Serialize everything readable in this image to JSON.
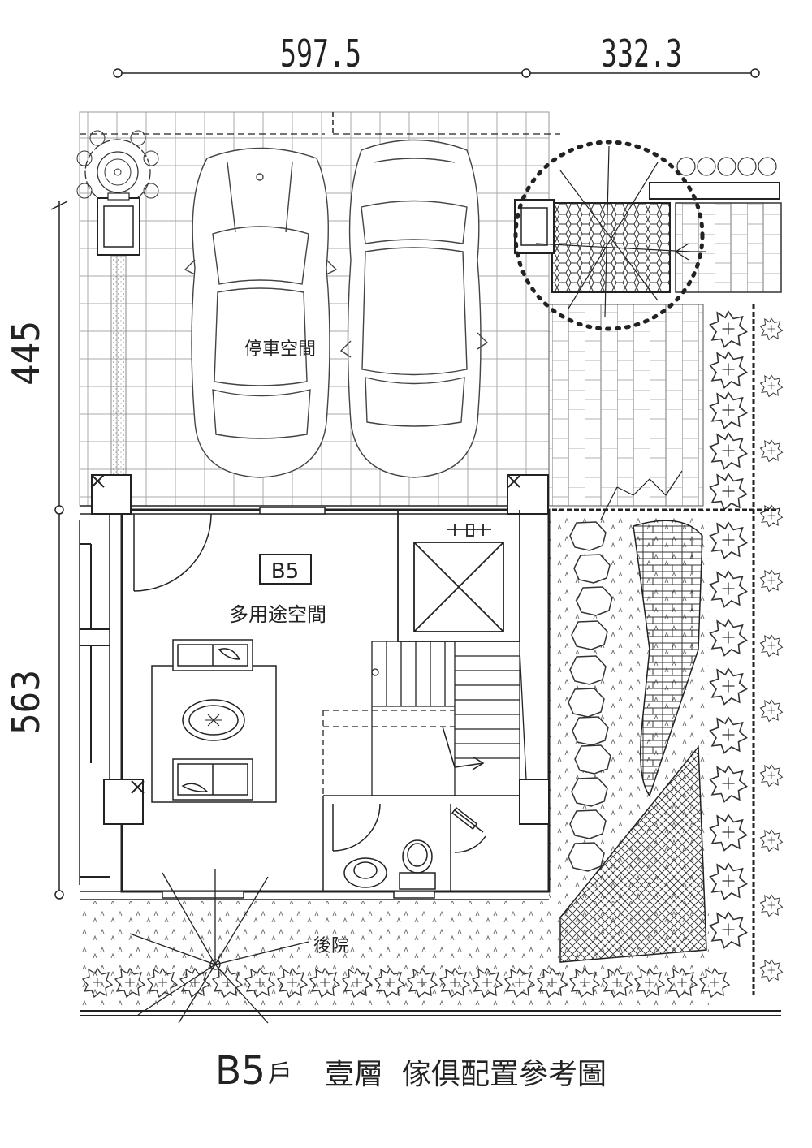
{
  "dimensions": {
    "top_left": "597.5",
    "top_right": "332.3",
    "side_upper": "445",
    "side_lower": "563"
  },
  "rooms": {
    "parking": "停車空間",
    "unit_tag": "B5",
    "multipurpose": "多用途空間",
    "backyard": "後院"
  },
  "title": {
    "unit": "B5",
    "unit_suffix": "戶",
    "floor": "壹層",
    "caption": "傢俱配置參考圖"
  },
  "colors": {
    "line": "#222222",
    "grid": "#9a9a9a",
    "light": "#bdbdbd"
  }
}
